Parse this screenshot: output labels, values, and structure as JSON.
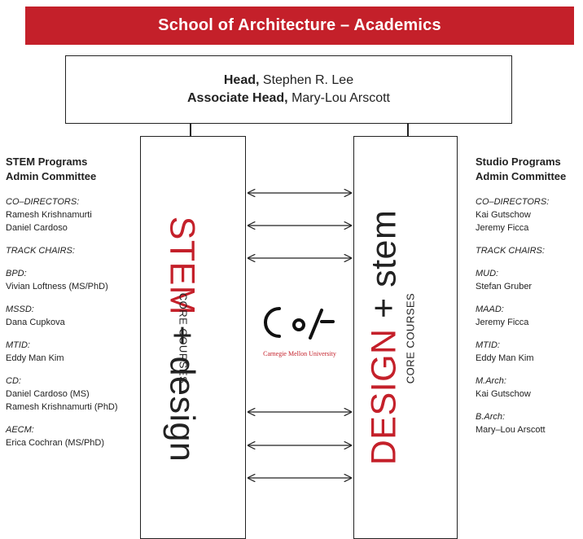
{
  "banner": {
    "title": "School of Architecture – Academics"
  },
  "head": {
    "head_label": "Head,",
    "head_name": "Stephen R. Lee",
    "assoc_label": "Associate Head,",
    "assoc_name": "Mary-Lou Arscott"
  },
  "left_column": {
    "red": "STEM",
    "rest": " + design",
    "core": "CORE COURSES"
  },
  "right_column": {
    "red": "DESIGN",
    "rest": " + stem",
    "core": "CORE COURSES"
  },
  "logo": {
    "caption": "Carnegie Mellon University"
  },
  "stem_committee": {
    "title_line1": "STEM Programs",
    "title_line2": "Admin Committee",
    "groups": [
      {
        "role": "CO–DIRECTORS:",
        "names": [
          "Ramesh Krishnamurti",
          "Daniel Cardoso"
        ]
      },
      {
        "role": "TRACK CHAIRS:",
        "names": []
      },
      {
        "role": "BPD:",
        "names": [
          "Vivian Loftness (MS/PhD)"
        ]
      },
      {
        "role": "MSSD:",
        "names": [
          "Dana Cupkova"
        ]
      },
      {
        "role": "MTID:",
        "names": [
          "Eddy Man Kim"
        ]
      },
      {
        "role": "CD:",
        "names": [
          "Daniel Cardoso (MS)",
          "Ramesh Krishnamurti (PhD)"
        ]
      },
      {
        "role": "AECM:",
        "names": [
          "Erica Cochran (MS/PhD)"
        ]
      }
    ]
  },
  "studio_committee": {
    "title_line1": "Studio Programs",
    "title_line2": "Admin Committee",
    "groups": [
      {
        "role": "CO–DIRECTORS:",
        "names": [
          "Kai Gutschow",
          "Jeremy Ficca"
        ]
      },
      {
        "role": "TRACK CHAIRS:",
        "names": []
      },
      {
        "role": "MUD:",
        "names": [
          "Stefan Gruber"
        ]
      },
      {
        "role": "MAAD:",
        "names": [
          "Jeremy Ficca"
        ]
      },
      {
        "role": "MTID:",
        "names": [
          "Eddy Man Kim"
        ]
      },
      {
        "role": "M.Arch:",
        "names": [
          "Kai Gutschow"
        ]
      },
      {
        "role": "B.Arch:",
        "names": [
          "Mary–Lou Arscott"
        ]
      }
    ]
  },
  "colors": {
    "accent": "#c4202a",
    "line": "#222222"
  }
}
